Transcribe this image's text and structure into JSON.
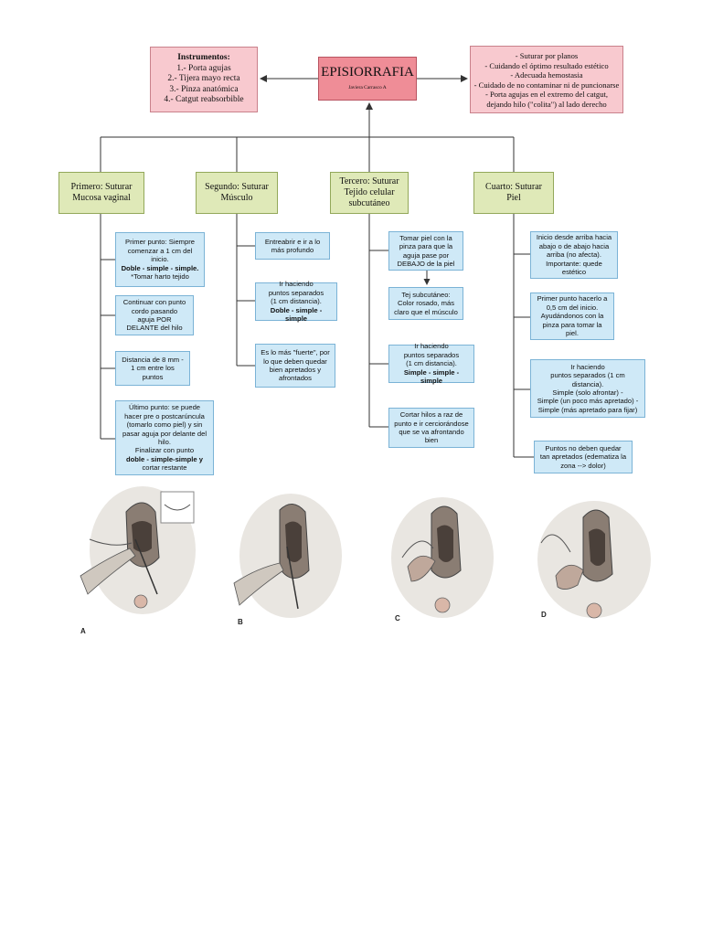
{
  "title": {
    "main": "EPISIORRAFIA",
    "author": "Javiera Carrasco A"
  },
  "instruments": {
    "heading": "Instrumentos:",
    "items": [
      "1.- Porta agujas",
      "2.- Tijera mayo recta",
      "3.- Pinza anatómica",
      "4.- Catgut reabsorbible"
    ]
  },
  "notes": {
    "items": [
      "- Suturar por planos",
      "- Cuidando el óptimo resultado estético",
      "- Adecuada hemostasia",
      "- Cuidado de no contaminar ni de puncionarse",
      "- Porta agujas en el extremo del catgut,",
      "dejando hilo (\"colita\") al lado derecho"
    ]
  },
  "steps": [
    {
      "label": "Primero: Suturar Mucosa vaginal",
      "boxes": [
        [
          "Primer punto: Siempre",
          "comenzar a 1 cm del",
          "inicio.",
          "Doble - simple - simple.",
          "*Tomar harto tejido"
        ],
        [
          "Continuar con punto",
          "cordo pasando",
          "aguja POR",
          "DELANTE del hilo"
        ],
        [
          "Distancia de 8 mm -",
          "1 cm entre los",
          "puntos"
        ],
        [
          "Último punto: se puede",
          "hacer pre o postcarúncula",
          "(tomarlo como piel) y sin",
          "pasar aguja por delante del",
          "hilo.",
          "Finalizar con punto",
          "doble - simple-simple y",
          "cortar restante"
        ]
      ]
    },
    {
      "label": "Segundo: Suturar Músculo",
      "boxes": [
        [
          "Entreabrir e ir a lo",
          "más profundo"
        ],
        [
          "Ir haciendo",
          "puntos separados",
          "(1 cm distancia).",
          "Doble - simple - simple"
        ],
        [
          "Es lo más \"fuerte\", por",
          "lo que deben quedar",
          "bien apretados y",
          "afrontados"
        ]
      ]
    },
    {
      "label": "Tercero: Suturar Tejido celular subcutáneo",
      "boxes": [
        [
          "Tomar piel con la",
          "pinza para que la",
          "aguja pase por",
          "DEBAJO de la piel"
        ],
        [
          "Tej subcutáneo:",
          "Color rosado, más",
          "claro que el músculo"
        ],
        [
          "Ir haciendo",
          "puntos separados",
          "(1 cm distancia).",
          "Simple - simple - simple"
        ],
        [
          "Cortar hilos a raz de",
          "punto e ir cerciorándose",
          "que se va afrontando",
          "bien"
        ]
      ]
    },
    {
      "label": "Cuarto: Suturar Piel",
      "boxes": [
        [
          "Inicio desde arriba hacia",
          "abajo o de abajo hacia",
          "arriba (no afecta).",
          "Importante: quede",
          "estético"
        ],
        [
          "Primer punto hacerlo a",
          "0,5 cm del inicio.",
          "Ayudándonos con la",
          "pinza para tomar la",
          "piel."
        ],
        [
          "Ir haciendo",
          "puntos separados (1 cm",
          "distancia).",
          "Simple (solo afrontar) -",
          "Simple (un poco más apretado) -",
          "Simple (más apretado para fijar)"
        ],
        [
          "Puntos no deben quedar",
          "tan apretados (edematiza la",
          "zona --> dolor)"
        ]
      ]
    }
  ],
  "figures": {
    "labels": [
      "A",
      "B",
      "C",
      "D"
    ]
  },
  "colors": {
    "title_bg": "#ef8d97",
    "side_bg": "#f8c9cf",
    "step_bg": "#dfe9b8",
    "detail_bg": "#cfe9f7"
  }
}
